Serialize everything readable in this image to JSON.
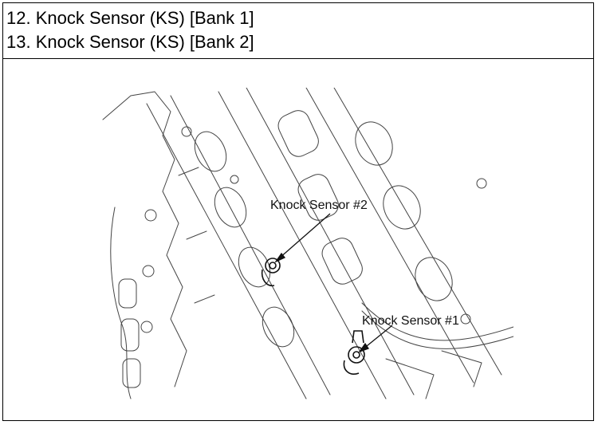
{
  "header": {
    "lines": [
      "12. Knock Sensor (KS) [Bank 1]",
      "13. Knock Sensor (KS) [Bank 2]"
    ]
  },
  "figure": {
    "callout_2": "Knock Sensor #2",
    "callout_1": "Knock Sensor #1"
  }
}
